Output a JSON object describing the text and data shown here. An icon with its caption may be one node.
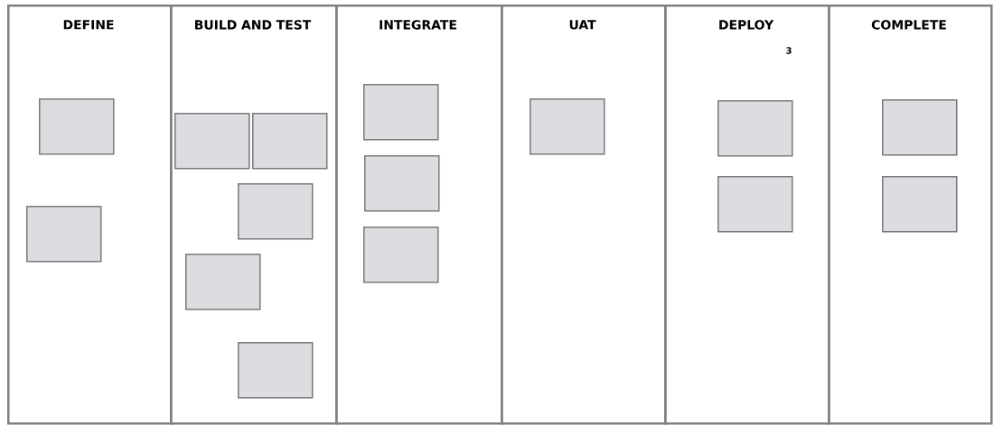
{
  "diagram": {
    "nodes": [
      {
        "text": [
          "DEFINE"
        ]
      },
      {
        "text": [],
        "shape": "box",
        "in": 0
      },
      {
        "text": [],
        "shape": "box",
        "in": 0
      },
      {
        "text": [
          "BUILD AND TEST"
        ]
      },
      {
        "text": [],
        "shape": "box",
        "in": 3
      },
      {
        "text": [],
        "shape": "box",
        "in": 3
      },
      {
        "text": [],
        "shape": "box",
        "in": 3
      },
      {
        "text": [],
        "shape": "box",
        "in": 3
      },
      {
        "text": [],
        "shape": "box",
        "in": 3
      },
      {
        "text": [
          "INTEGRATE"
        ]
      },
      {
        "text": [],
        "shape": "box",
        "in": 9
      },
      {
        "text": [],
        "shape": "box",
        "in": 9
      },
      {
        "text": [],
        "shape": "box",
        "in": 9
      },
      {
        "text": [
          "UAT"
        ]
      },
      {
        "text": [],
        "shape": "box",
        "in": 13
      },
      {
        "text": [
          "DEPLOY"
        ],
        "beside": [
          "3"
        ]
      },
      {
        "text": [],
        "shape": "box",
        "in": 15
      },
      {
        "text": [],
        "shape": "box",
        "in": 15
      },
      {
        "text": [
          "COMPLETE"
        ]
      },
      {
        "text": [],
        "shape": "box",
        "in": 18
      },
      {
        "text": [],
        "shape": "box",
        "in": 18
      }
    ]
  }
}
